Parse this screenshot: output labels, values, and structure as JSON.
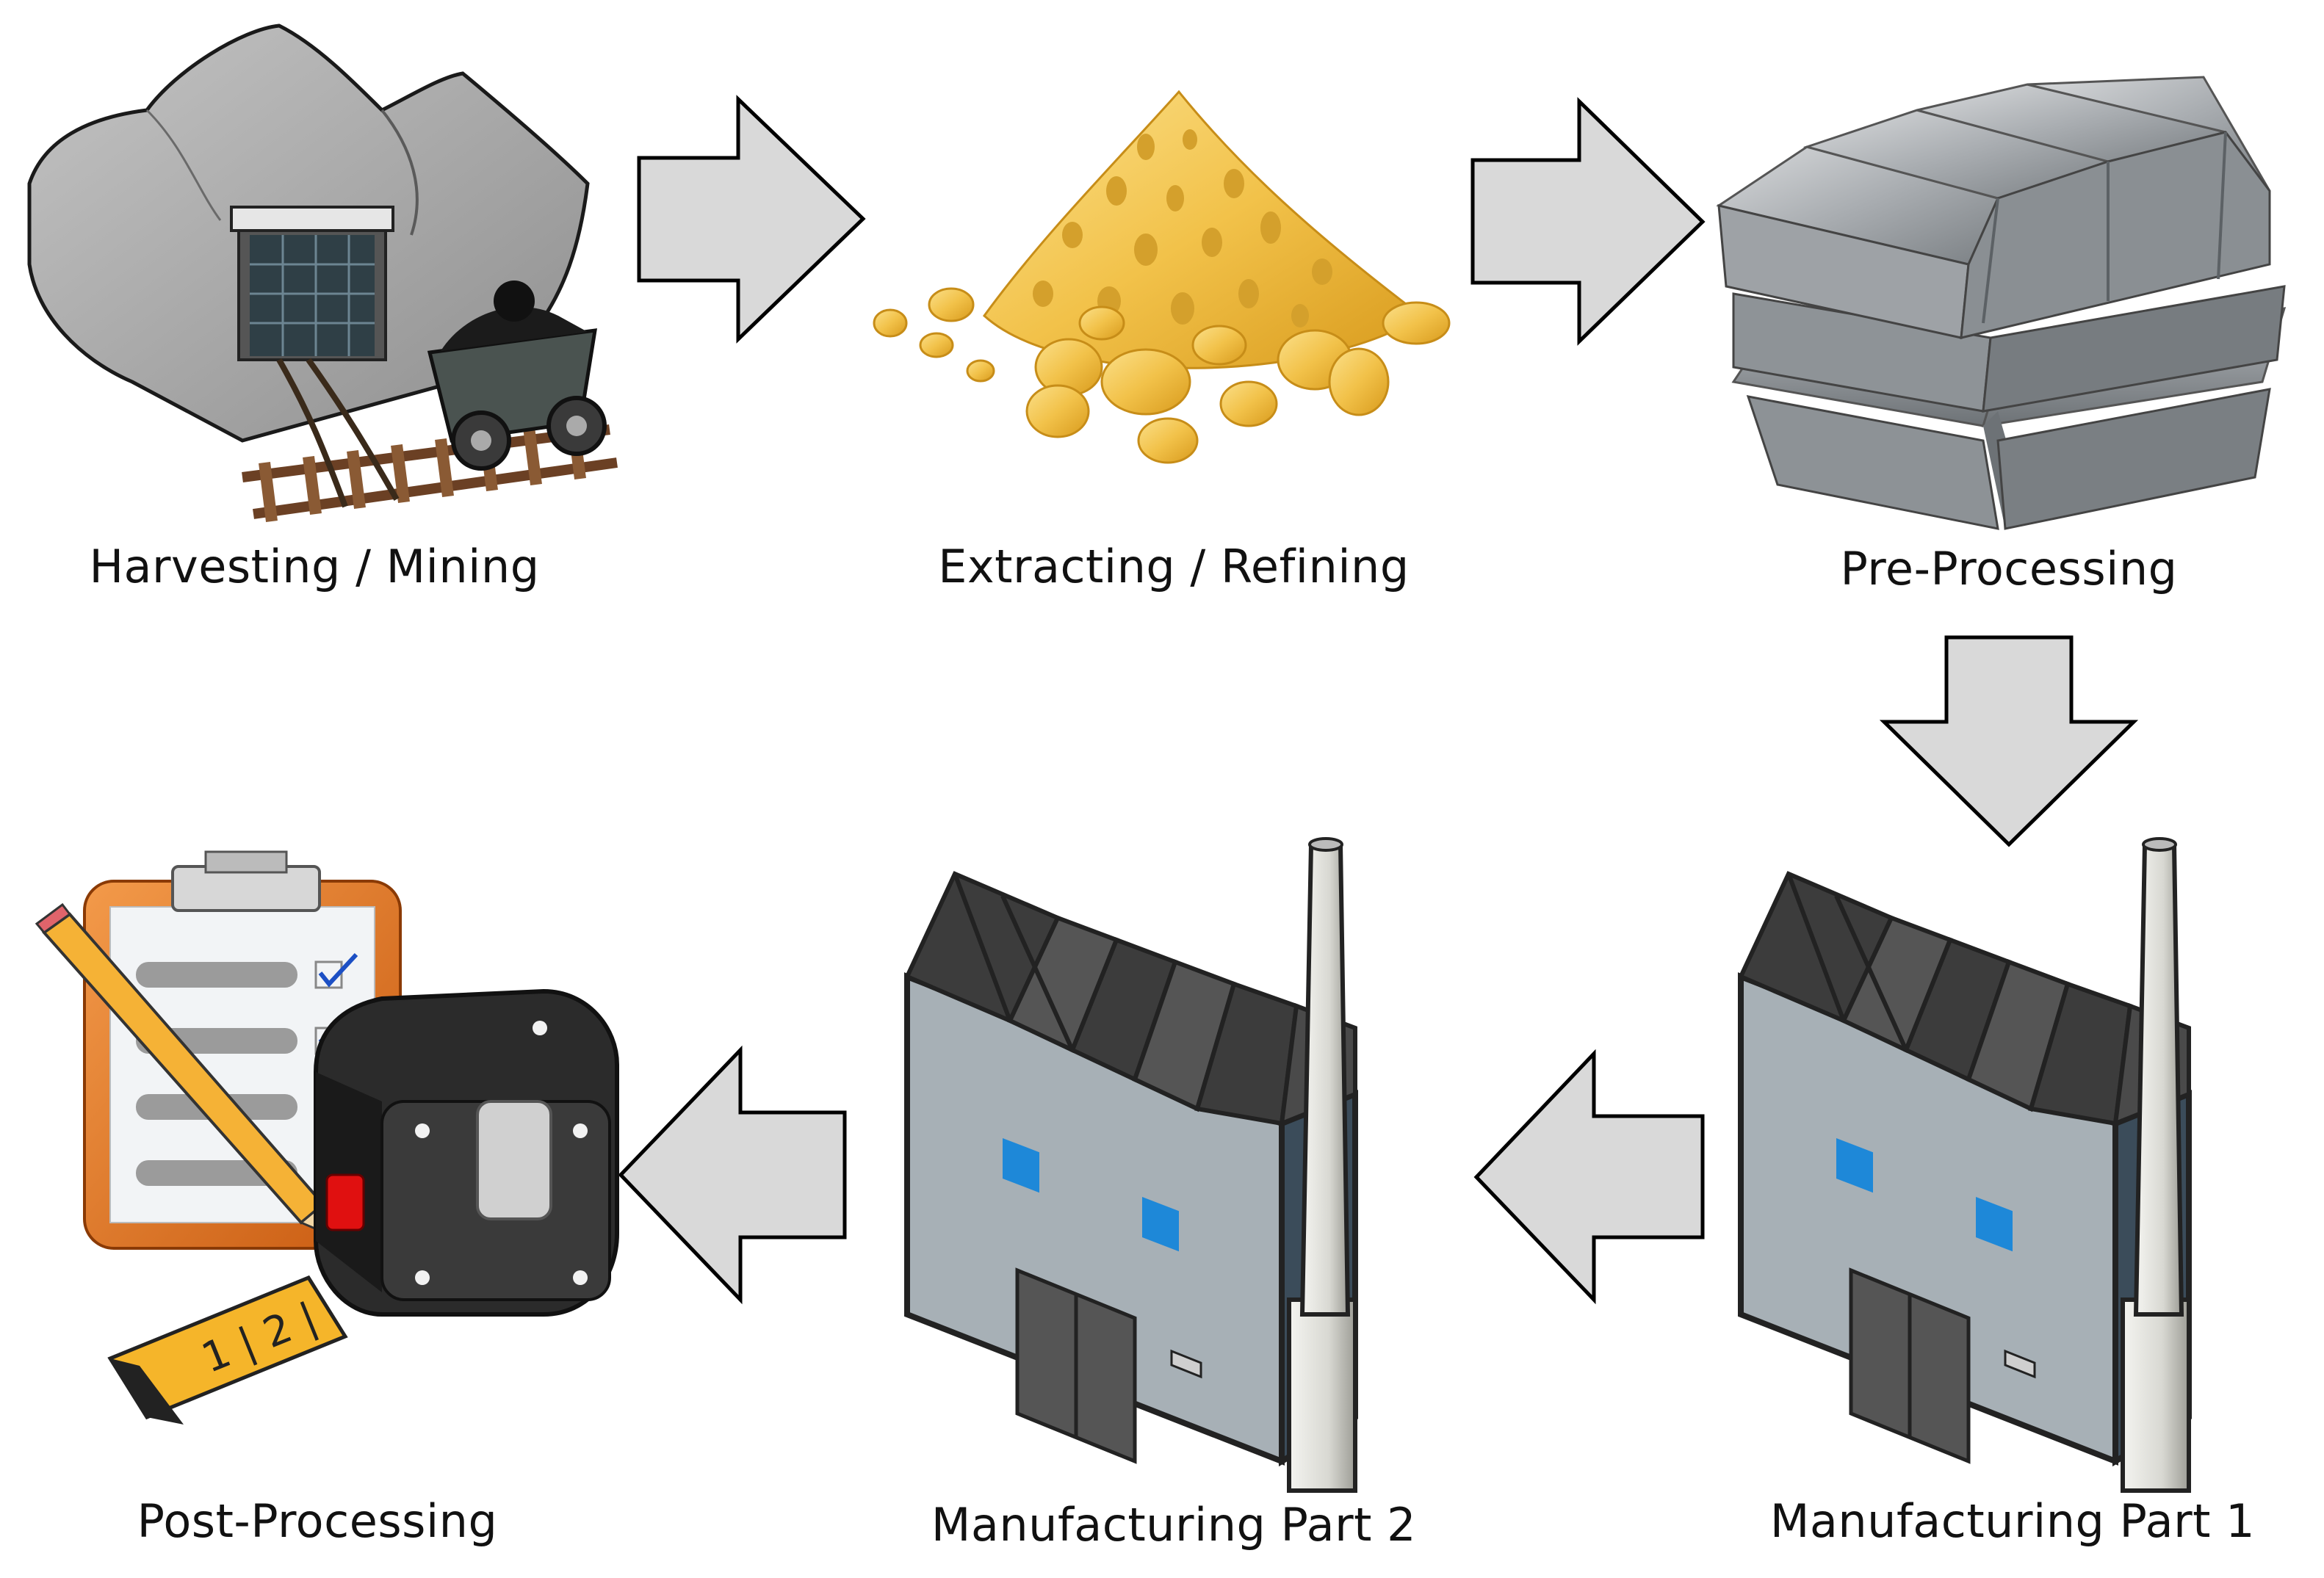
{
  "diagram": {
    "steps": [
      {
        "id": "harvesting",
        "label": "Harvesting / Mining",
        "icon": "mine-entrance-icon"
      },
      {
        "id": "extracting",
        "label": "Extracting / Refining",
        "icon": "gold-ore-pile-icon"
      },
      {
        "id": "preprocessing",
        "label": "Pre-Processing",
        "icon": "metal-ingots-icon"
      },
      {
        "id": "manufacturing1",
        "label": "Manufacturing Part 1",
        "icon": "factory-icon"
      },
      {
        "id": "manufacturing2",
        "label": "Manufacturing Part 2",
        "icon": "factory-icon"
      },
      {
        "id": "postprocessing",
        "label": "Post-Processing",
        "icon": "clipboard-tape-measure-icon"
      }
    ],
    "tape_marks": "1 | 2 |",
    "colors": {
      "arrow_fill": "#d9d9d9",
      "arrow_stroke": "#000000",
      "rock": "#a9a9a9",
      "gold": "#f2c24a",
      "silver": "#9ea2a6",
      "factory_roof": "#4a4a4a",
      "factory_wall": "#a7b0b6",
      "window_blue": "#1e88d8",
      "clipboard_orange": "#e8761f",
      "tape_yellow": "#f5b52a",
      "tape_button_red": "#e01010"
    }
  }
}
